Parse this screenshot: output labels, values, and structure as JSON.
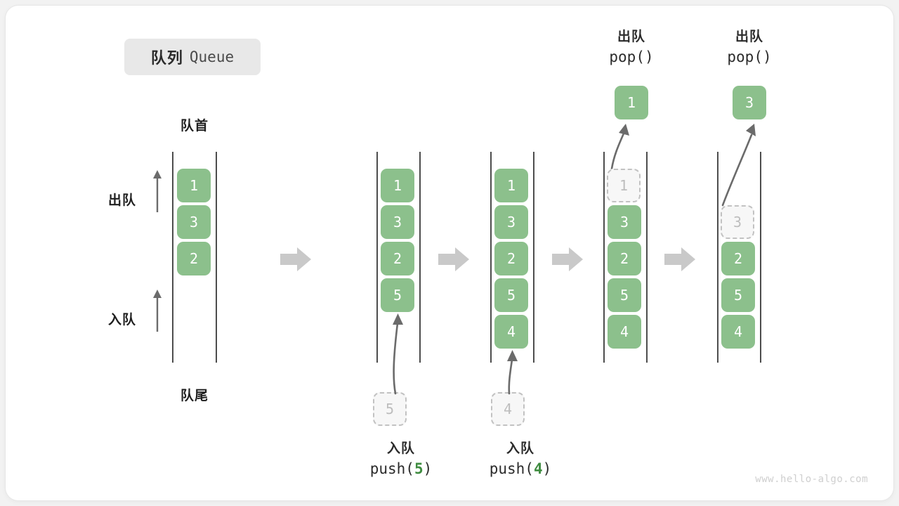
{
  "title": {
    "cn": "队列",
    "en": "Queue"
  },
  "labels": {
    "front": "队首",
    "back": "队尾",
    "dequeue": "出队",
    "enqueue": "入队"
  },
  "colors": {
    "cell_fill": "#8cc08c",
    "cell_text": "#ffffff",
    "ghost_fill": "#f7f7f7",
    "ghost_text": "#bdbdbd",
    "ghost_border": "#c2c2c2",
    "rail": "#4d4d4d",
    "arrow": "#6b6b6b",
    "separator_arrow": "#c9c9c9",
    "accent_green": "#3f8c40",
    "chip_bg": "#e8e8e8"
  },
  "columns": [
    {
      "id": "initial",
      "header": null,
      "popped": null,
      "cells": [
        {
          "value": "1",
          "state": "filled"
        },
        {
          "value": "3",
          "state": "filled"
        },
        {
          "value": "2",
          "state": "filled"
        }
      ],
      "footer": null,
      "incoming": null
    },
    {
      "id": "push-5",
      "header": null,
      "popped": null,
      "cells": [
        {
          "value": "1",
          "state": "filled"
        },
        {
          "value": "3",
          "state": "filled"
        },
        {
          "value": "2",
          "state": "filled"
        },
        {
          "value": "5",
          "state": "filled"
        }
      ],
      "footer": {
        "line1": "入队",
        "op": "push(",
        "num": "5",
        "close": ")"
      },
      "incoming": {
        "value": "5",
        "state": "ghost"
      }
    },
    {
      "id": "push-4",
      "header": null,
      "popped": null,
      "cells": [
        {
          "value": "1",
          "state": "filled"
        },
        {
          "value": "3",
          "state": "filled"
        },
        {
          "value": "2",
          "state": "filled"
        },
        {
          "value": "5",
          "state": "filled"
        },
        {
          "value": "4",
          "state": "filled"
        }
      ],
      "footer": {
        "line1": "入队",
        "op": "push(",
        "num": "4",
        "close": ")"
      },
      "incoming": {
        "value": "4",
        "state": "ghost"
      }
    },
    {
      "id": "pop-1",
      "header": {
        "line1": "出队",
        "line2": "pop()"
      },
      "popped": {
        "value": "1"
      },
      "cells": [
        {
          "value": "1",
          "state": "ghost"
        },
        {
          "value": "3",
          "state": "filled"
        },
        {
          "value": "2",
          "state": "filled"
        },
        {
          "value": "5",
          "state": "filled"
        },
        {
          "value": "4",
          "state": "filled"
        }
      ],
      "footer": null,
      "incoming": null
    },
    {
      "id": "pop-3",
      "header": {
        "line1": "出队",
        "line2": "pop()"
      },
      "popped": {
        "value": "3"
      },
      "cells": [
        {
          "value": "",
          "state": "empty"
        },
        {
          "value": "3",
          "state": "ghost"
        },
        {
          "value": "2",
          "state": "filled"
        },
        {
          "value": "5",
          "state": "filled"
        },
        {
          "value": "4",
          "state": "filled"
        }
      ],
      "footer": null,
      "incoming": null
    }
  ],
  "watermark": "www.hello-algo.com"
}
